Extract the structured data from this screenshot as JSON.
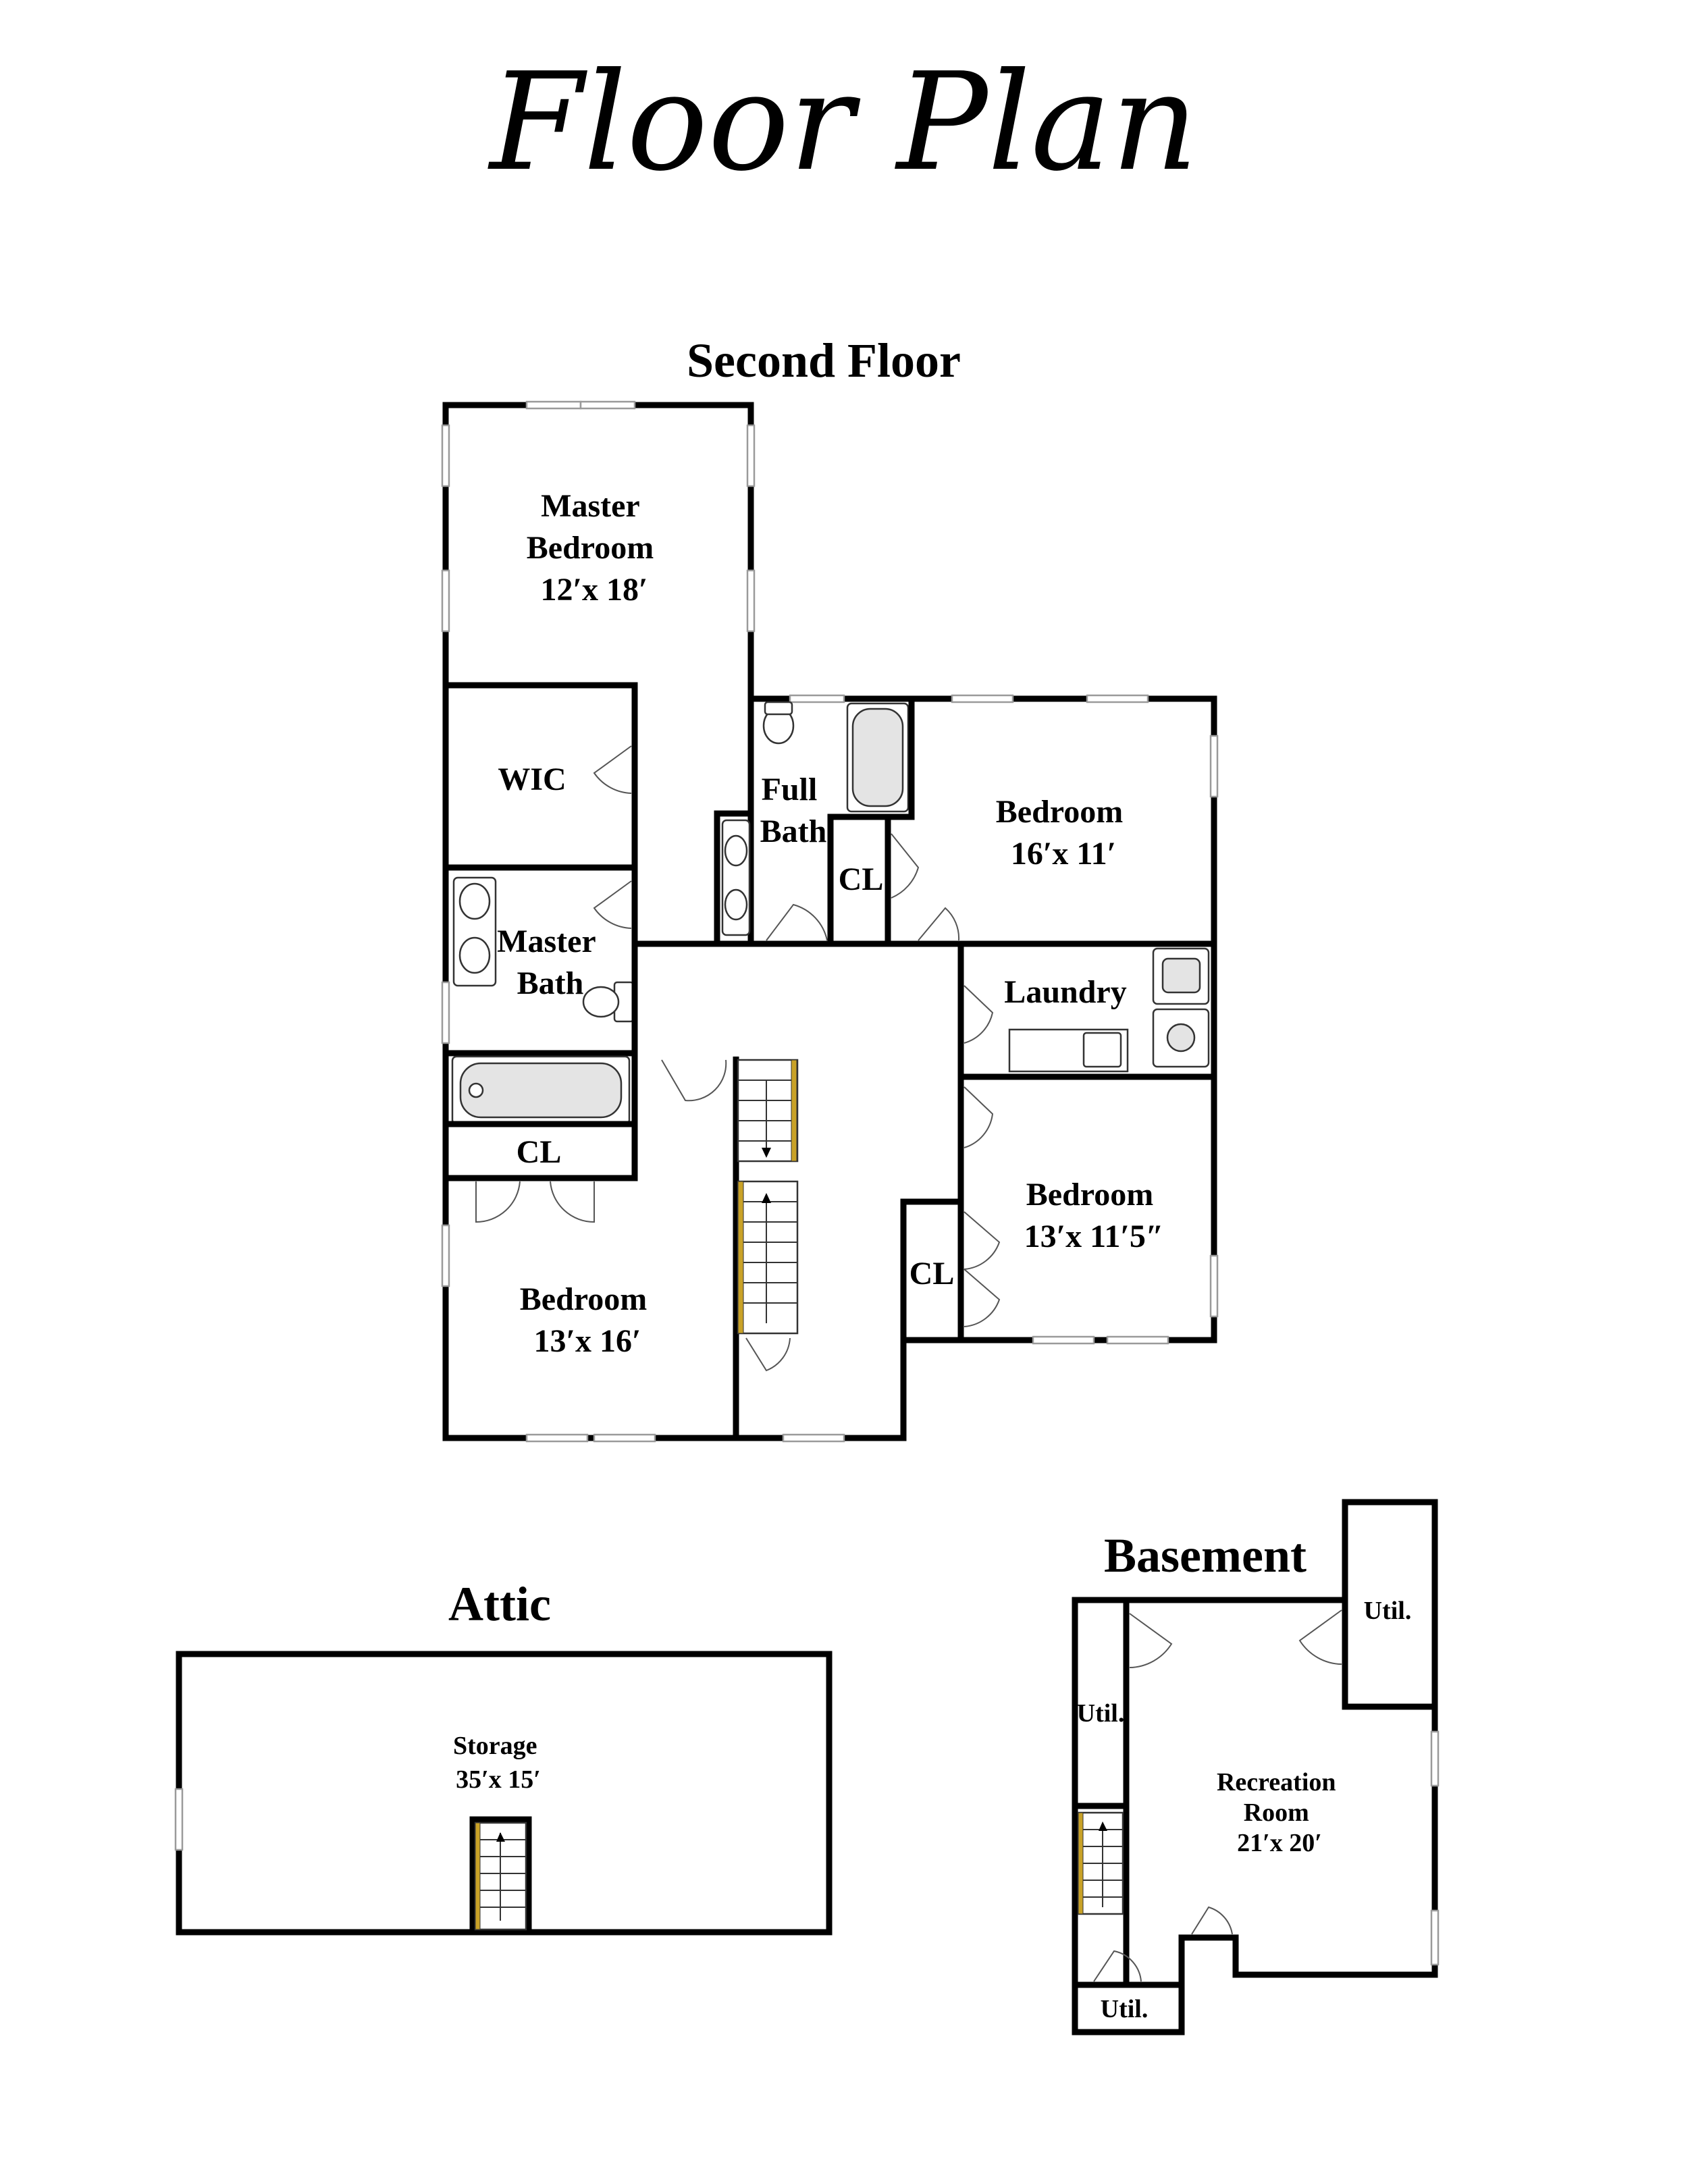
{
  "title": "Floor Plan",
  "second_floor": {
    "title": "Second Floor",
    "rooms": {
      "master_bedroom": {
        "name_lines": [
          "Master",
          "Bedroom"
        ],
        "size": "12′x 18′"
      },
      "wic": {
        "name": "WIC"
      },
      "master_bath": {
        "name_lines": [
          "Master",
          "Bath"
        ]
      },
      "cl_master": {
        "name": "CL"
      },
      "full_bath": {
        "name_lines": [
          "Full",
          "Bath"
        ]
      },
      "cl_hall": {
        "name": "CL"
      },
      "bedroom_ne": {
        "name": "Bedroom",
        "size": "16′x 11′"
      },
      "laundry": {
        "name": "Laundry"
      },
      "bedroom_e": {
        "name": "Bedroom",
        "size": "13′x 11′5″"
      },
      "cl_east": {
        "name": "CL"
      },
      "bedroom_sw": {
        "name": "Bedroom",
        "size": "13′x 16′"
      }
    }
  },
  "attic": {
    "title": "Attic",
    "rooms": {
      "storage": {
        "name": "Storage",
        "size": "35′x 15′"
      }
    }
  },
  "basement": {
    "title": "Basement",
    "rooms": {
      "util_ne": {
        "name": "Util."
      },
      "util_w": {
        "name": "Util."
      },
      "util_sw": {
        "name": "Util."
      },
      "recreation": {
        "name_lines": [
          "Recreation",
          "Room"
        ],
        "size": "21′x 20′"
      }
    }
  },
  "colors": {
    "wall": "#000000",
    "window": "#9a9a9a",
    "stair_rail": "#c9a227",
    "background": "#ffffff"
  }
}
